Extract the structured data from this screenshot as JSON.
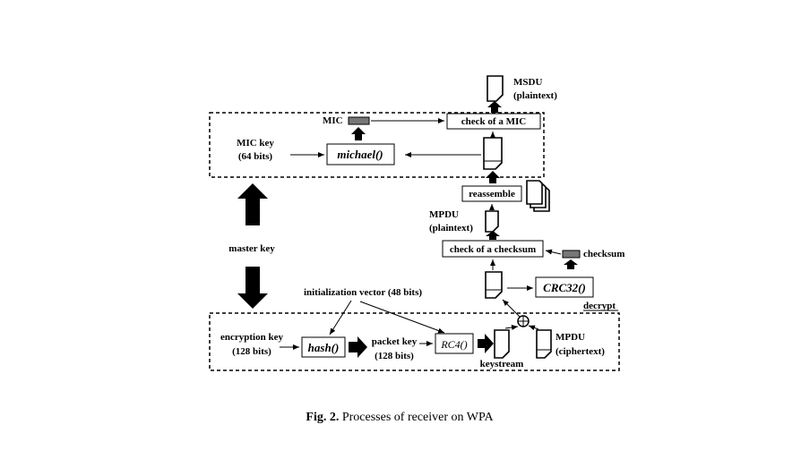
{
  "labels": {
    "msdu": "MSDU",
    "msdu_plaintext": "(plaintext)",
    "mic": "MIC",
    "check_mic": "check of a MIC",
    "mic_key": "MIC key",
    "mic_key_bits": "(64 bits)",
    "michael": "michael()",
    "reassemble": "reassemble",
    "mpdu_plain": "MPDU",
    "mpdu_plain_paren": "(plaintext)",
    "master_key": "master key",
    "check_checksum": "check of a checksum",
    "checksum": "checksum",
    "crc32": "CRC32()",
    "decrypt": "decrypt",
    "iv": "initialization vector (48 bits)",
    "encryption_key": "encryption key",
    "encryption_key_bits": "(128 bits)",
    "hash": "hash()",
    "packet_key": "packet key",
    "packet_key_bits": "(128 bits)",
    "rc4": "RC4()",
    "keystream": "keystream",
    "mpdu_cipher": "MPDU",
    "mpdu_cipher_paren": "(ciphertext)",
    "xor_symbol": "⊕"
  },
  "caption": {
    "prefix": "Fig. 2.",
    "text": "Processes of receiver on WPA"
  }
}
